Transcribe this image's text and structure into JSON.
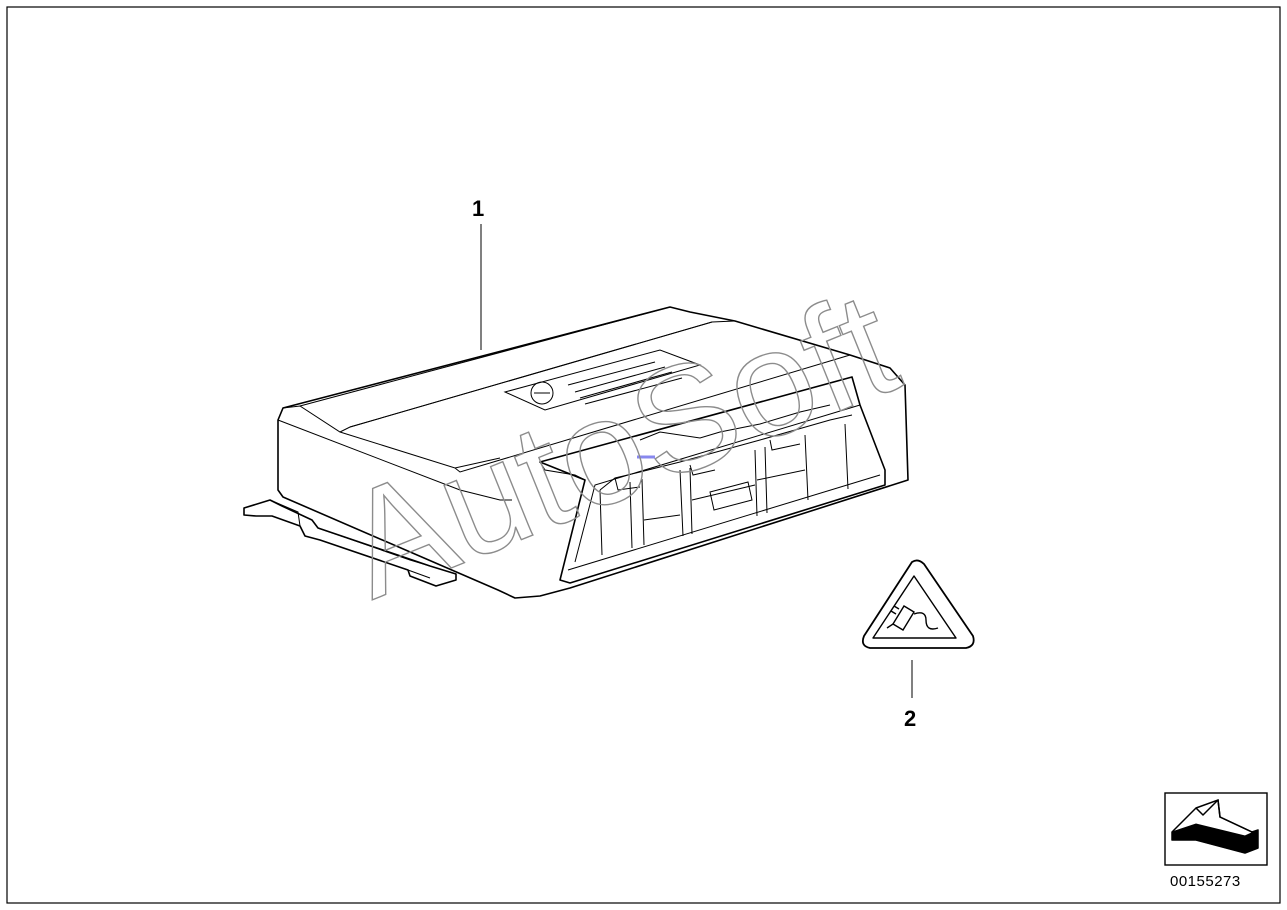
{
  "callouts": {
    "part_1": "1",
    "part_2": "2"
  },
  "diagram_id": "00155273",
  "watermark": "AutoSoft",
  "icons": {
    "control_unit": "electronic-control-unit",
    "warning": "plug-warning-triangle-icon",
    "navigation": "arrow-icon"
  },
  "colors": {
    "line": "#000000",
    "watermark": "#8c8c8c",
    "accent": "#8888ee"
  }
}
